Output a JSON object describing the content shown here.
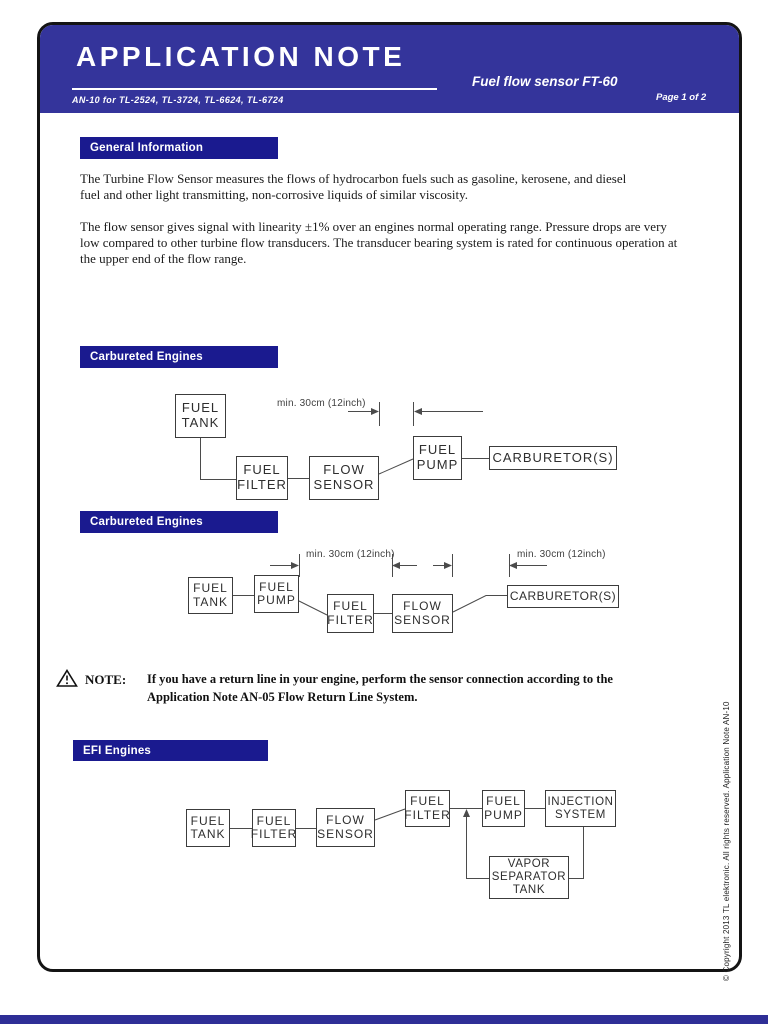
{
  "colors": {
    "header_navy": "#34349B",
    "section_bar_navy": "#1A1A8F",
    "line_gray": "#4b4b4b",
    "page_border_black": "#141414"
  },
  "header": {
    "title": "APPLICATION NOTE",
    "doc_id": "AN-10 for TL-2524, TL-3724, TL-6624, TL-6724",
    "product": "Fuel flow sensor FT-60",
    "page": "Page 1 of 2"
  },
  "sections": {
    "general": {
      "label": "General Information",
      "p1": [
        "The Turbine Flow Sensor measures the flows of hydrocarbon fuels such as gasoline, kerosene, and diesel",
        "fuel and other light transmitting, non-corrosive liquids of similar viscosity."
      ],
      "p2": [
        "The flow sensor gives signal with linearity ±1% over an engines normal operating range. Pressure drops are very",
        "low compared to other turbine flow transducers. The transducer bearing system is rated for continuous operation at",
        "the upper end of the flow range."
      ]
    },
    "carbureted1": {
      "label": "Carbureted Engines"
    },
    "carbureted2": {
      "label": "Carbureted Engines"
    },
    "efi": {
      "label": "EFI Engines"
    }
  },
  "note": {
    "icon": "warning-triangle-icon",
    "label": "NOTE:",
    "line1": "If you have a return line in your engine, perform the sensor connection according to the",
    "line2": "Application Note AN-05 Flow Return Line System."
  },
  "diagrams": {
    "dim_label": "min. 30cm (12inch)",
    "labels": {
      "fuel_tank": "FUEL TANK",
      "fuel_filter": "FUEL FILTER",
      "flow_sensor": "FLOW SENSOR",
      "fuel_pump": "FUEL PUMP",
      "carburetors": "CARBURETOR(S)",
      "injection_system": "INJECTION SYSTEM",
      "vapor_separator_tank": "VAPOR SEPARATOR TANK"
    }
  },
  "footer": {
    "copyright_vertical": "© Copyright 2013 TL elektronic. All rights reserved.  Application Note AN-10"
  }
}
